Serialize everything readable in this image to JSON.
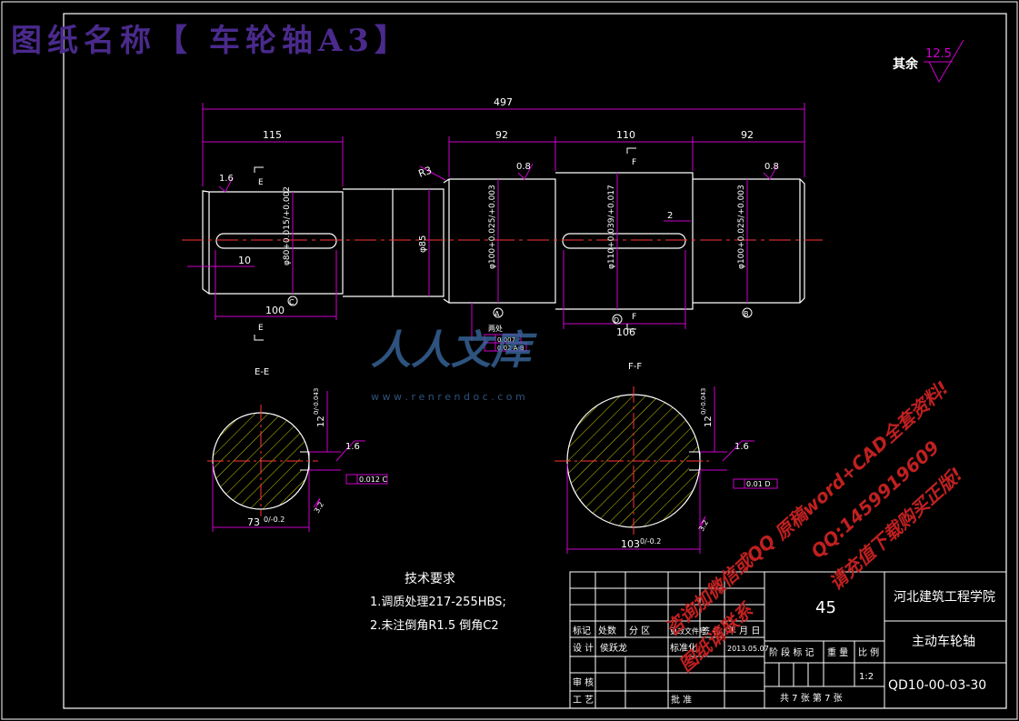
{
  "header": {
    "title": "图纸名称【 车轮轴A3】",
    "surface_rest_label": "其余",
    "surface_rest_value": "12.5"
  },
  "dimensions": {
    "overall": "497",
    "seg1": "115",
    "seg2": "92",
    "seg3": "110",
    "seg4": "92",
    "keyway_left_len": "100",
    "keyway_left_offset": "10",
    "keyway_right_len": "106",
    "radius": "R3",
    "rough_a": "1.6",
    "rough_b": "0.8",
    "rough_c": "0.8",
    "d80": "φ80+0.015/+0.002",
    "d85": "φ85",
    "d100a": "φ100+0.025/+0.003",
    "d110": "φ110+0.039/+0.017",
    "d100b": "φ100+0.025/+0.003",
    "key_small": "2",
    "datum_1": "C",
    "datum_2": "A",
    "datum_3": "D",
    "datum_4": "B",
    "sect_mark_e": "E",
    "sect_mark_f": "F",
    "tol_label": "两处",
    "tol_1": "0.007",
    "tol_2": "0.02 A-B"
  },
  "sections": {
    "ee_title": "E-E",
    "ff_title": "F-F",
    "ee_width": "73",
    "ee_width_tol": "0/-0.2",
    "ee_key": "12",
    "ee_key_tol": "0/-0.043",
    "ee_rough": "1.6",
    "ee_sym": "0.012 C",
    "ee_rough_side": "3.2",
    "ff_width": "103",
    "ff_width_tol": "0/-0.2",
    "ff_key": "12",
    "ff_key_tol": "0/-0.043",
    "ff_rough": "1.6",
    "ff_sym": "0.01 D",
    "ff_rough_side": "3.2"
  },
  "tech": {
    "title": "技术要求",
    "line1": "1.调质处理217-255HBS;",
    "line2": "2.未注倒角R1.5 倒角C2"
  },
  "titleblock": {
    "material": "45",
    "school": "河北建筑工程学院",
    "part_name": "主动车轮轴",
    "drawing_no": "QD10-00-03-30",
    "scale": "1:2",
    "h_mark": "标记",
    "h_qty": "处数",
    "h_zone": "分 区",
    "h_doc": "更改文件号",
    "h_sign": "签 名",
    "h_date": "年 月 日",
    "r_design": "设 计",
    "r_designer": "侯跃龙",
    "r_std": "标准化",
    "r_date": "2013.05.07",
    "r_review": "审 核",
    "r_process": "工 艺",
    "r_approve": "批 准",
    "c_stage": "阶 段 标 记",
    "c_weight": "重 量",
    "c_scale": "比 例",
    "sheets": "共 7 张  第 7 张"
  },
  "watermark": {
    "brand": "人人文库",
    "url": "w w w . r e n r e n d o c . c o m",
    "line1": "原稿word+CAD全套资料!",
    "line2": "QQ:1459919609",
    "line3": "请充值下载购买正版!",
    "line4": "咨询加微信或QQ",
    "line5": "图纸请联系"
  }
}
